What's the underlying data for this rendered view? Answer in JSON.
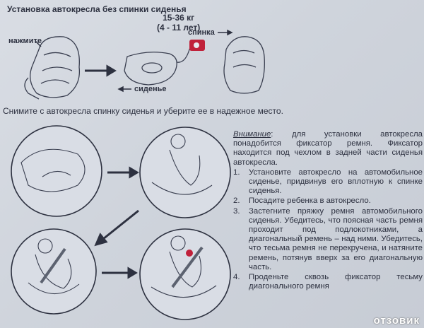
{
  "header": {
    "title": "Установка автокресла без спинки сиденья",
    "weight": "15-36 кг",
    "age": "(4 - 11 лет)"
  },
  "labels": {
    "press": "нажмите",
    "backrest": "спинка",
    "seat": "сиденье"
  },
  "instruction": "Снимите с автокресла спинку сиденья и уберите ее в надежное место.",
  "panel": {
    "attention": "Внимание",
    "intro": ": для установки автокресла понадобится фиксатор ремня. Фиксатор находится под чехлом в задней части сиденья автокресла.",
    "steps": [
      {
        "num": "1.",
        "text": "Установите автокресло на автомобильное сиденье, придвинув его вплотную к спинке сиденья."
      },
      {
        "num": "2.",
        "text": "Посадите ребенка в автокресло."
      },
      {
        "num": "3.",
        "text": "Застегните пряжку ремня автомобильного сиденья. Убедитесь, что поясная часть ремня проходит под подлокотниками, а диагональный ремень – над ними. Убедитесь, что тесьма ремня не перекручена, и натяните ремень, потянув вверх за его диагональную часть."
      },
      {
        "num": "4.",
        "text": "Проденьте сквозь фиксатор тесьму диагонального ремня"
      }
    ]
  },
  "watermark": "отзовик",
  "colors": {
    "ink": "#2d3140",
    "accent": "#c0213a",
    "paper": "#d3d8e0"
  }
}
